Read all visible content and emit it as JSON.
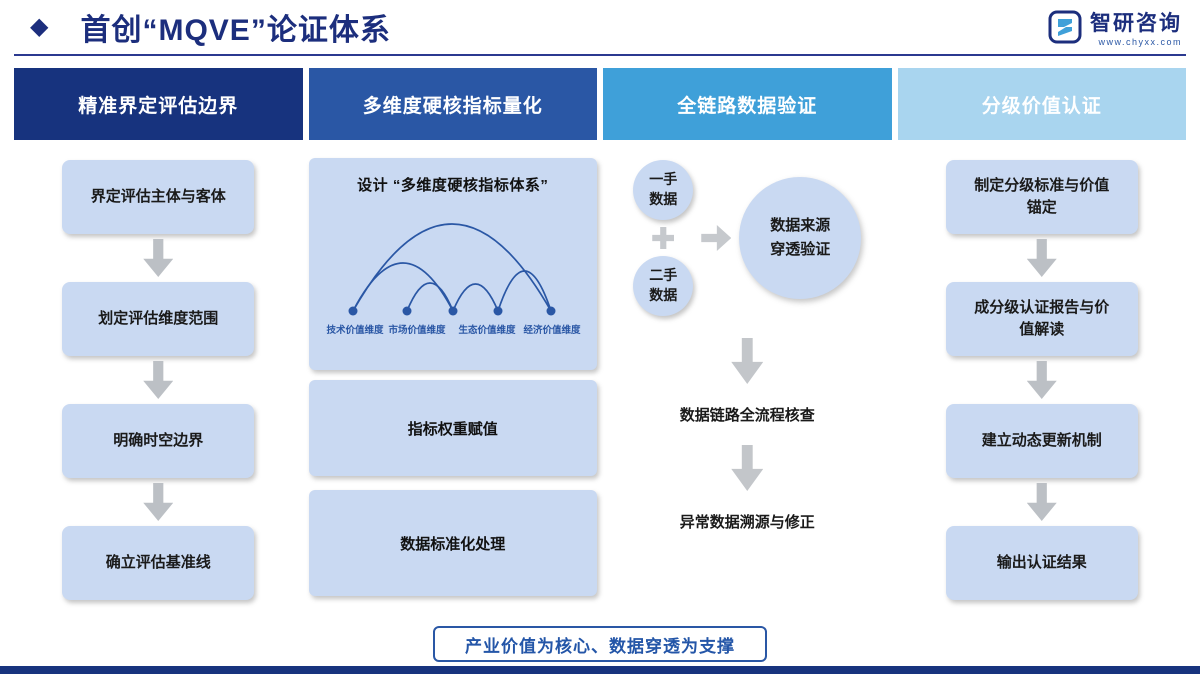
{
  "page": {
    "title": "首创“MQVE”论证体系",
    "icons": {
      "diamond": "◆"
    },
    "logo": {
      "name": "智研咨询",
      "url": "www.chyxx.com"
    },
    "footer_tagline": "产业价值为核心、数据穿透为支撑"
  },
  "colors": {
    "navy": "#17337e",
    "blue": "#2a57a5",
    "sky": "#3fa0d9",
    "light_sky": "#a9d5ef",
    "box_fill": "#c9d9f2"
  },
  "columns": {
    "c1": {
      "header": "精准界定评估边界",
      "boxes": [
        "界定评估主体与客体",
        "划定评估维度范围",
        "明确时空边界",
        "确立评估基准线"
      ]
    },
    "c2": {
      "header": "多维度硬核指标量化",
      "diagram_title": "设计 “多维度硬核指标体系”",
      "dims": [
        "技术价值维度",
        "市场价值维度",
        "生态价值维度",
        "经济价值维度"
      ],
      "boxes": [
        "指标权重赋值",
        "数据标准化处理"
      ]
    },
    "c3": {
      "header": "全链路数据验证",
      "source_primary": "一手数据",
      "source_secondary": "二手数据",
      "verify": "数据来源穿透验证",
      "step1": "数据链路全流程核查",
      "step2": "异常数据溯源与修正"
    },
    "c4": {
      "header": "分级价值认证",
      "boxes": [
        "制定分级标准与价值锚定",
        "成分级认证报告与价值解读",
        "建立动态更新机制",
        "输出认证结果"
      ]
    }
  }
}
